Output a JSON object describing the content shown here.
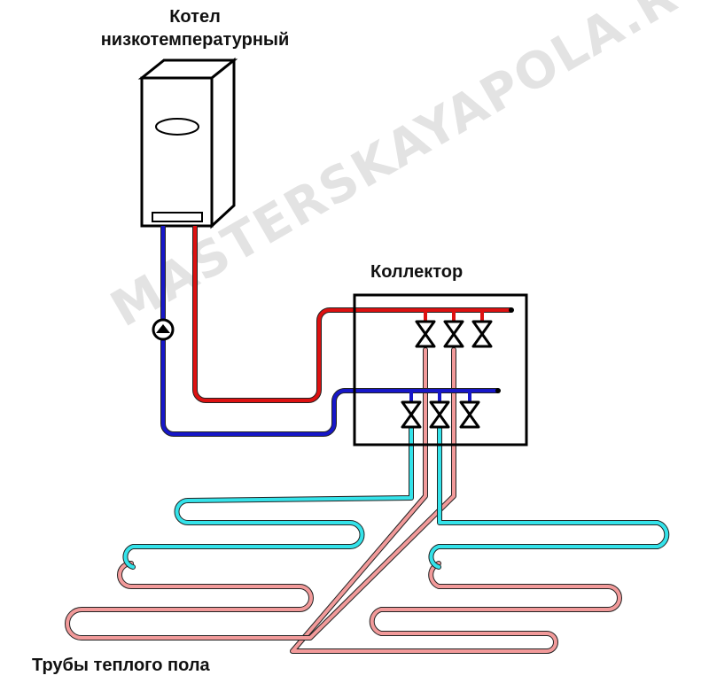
{
  "labels": {
    "boiler_line1": "Котел",
    "boiler_line2": "низкотемпературный",
    "collector": "Коллектор",
    "floor_pipes": "Трубы теплого пола"
  },
  "watermark": "MASTERSKAYAPOLA.RU",
  "colors": {
    "supply_hot": "#dd1111",
    "return_cold": "#1717c8",
    "loop_supply": "#f29a9a",
    "loop_return": "#34e3ea",
    "outline": "#000000",
    "watermark": "#e3e3e3"
  }
}
